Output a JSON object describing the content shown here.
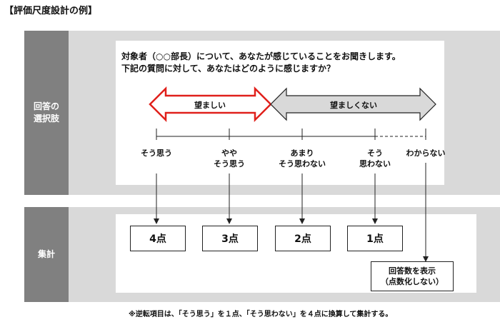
{
  "title": "【評価尺度設計の例】",
  "sections": {
    "answer_label": [
      "回答の",
      "選択肢"
    ],
    "tally_label": "集計"
  },
  "question": {
    "line1": "対象者（○○部長）について、あなたが感じていることをお聞きします。",
    "line2": "下記の質問に対して、あなたはどのように感じますか？"
  },
  "arrows": {
    "desirable": "望ましい",
    "undesirable": "望ましくない"
  },
  "choices": [
    [
      "そう思う"
    ],
    [
      "やや",
      "そう思う"
    ],
    [
      "あまり",
      "そう思わない"
    ],
    [
      "そう",
      "思わない"
    ],
    [
      "わからない"
    ]
  ],
  "scores": [
    "4点",
    "3点",
    "2点",
    "1点"
  ],
  "not_applicable": {
    "line1": "回答数を表示",
    "line2": "（点数化しない）"
  },
  "footnote": "※逆転項目は、「そう思う」を１点、「そう思わない」を４点に換算して集計する。",
  "colors": {
    "band": "#d9d9d9",
    "label_bg": "#808080",
    "desirable_border": "#e0201b",
    "undesirable_fill": "#d9d9d9"
  }
}
